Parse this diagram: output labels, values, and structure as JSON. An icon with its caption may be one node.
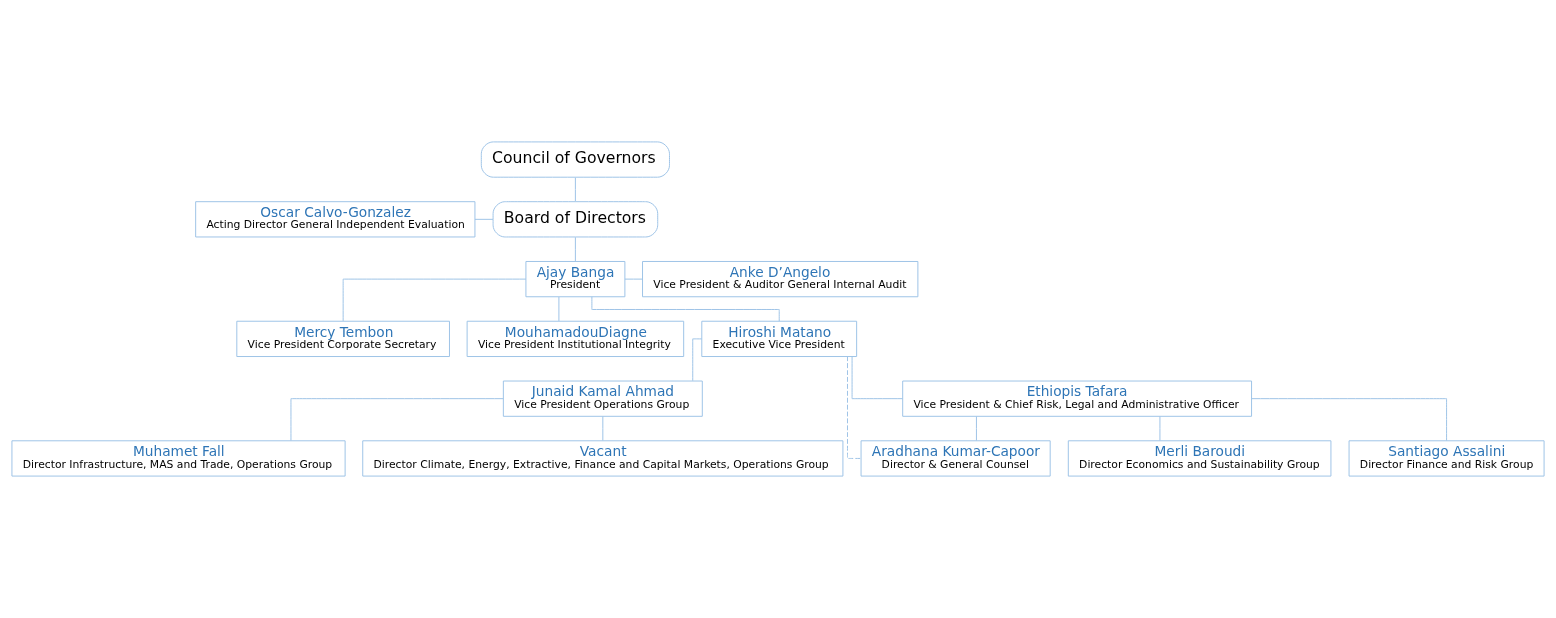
{
  "diagram": {
    "nodes": [
      {
        "text": [
          "Council of Governors"
        ]
      },
      {
        "text": [
          "Board of Directors"
        ]
      },
      {
        "text": [
          "Oscar Calvo-Gonzalez",
          "Acting Director General Independent Evaluation"
        ]
      },
      {
        "text": [
          "Ajay Banga",
          "President"
        ]
      },
      {
        "text": [
          "Mercy Tembon",
          "Vice President Corporate Secretary"
        ]
      },
      {
        "text": [
          "Anke D’Angelo",
          "Vice President & Auditor General Internal Audit"
        ]
      },
      {
        "text": [
          "MouhamadouDiagne",
          "Vice President Institutional Integrity"
        ]
      },
      {
        "text": [
          "Hiroshi Matano",
          "Executive Vice President"
        ]
      },
      {
        "text": [
          "Junaid Kamal Ahmad",
          "Vice President Operations Group"
        ]
      },
      {
        "text": [
          "Ethiopis Tafara",
          "Vice President & Chief Risk, Legal and Administrative Officer"
        ]
      },
      {
        "text": [
          "Muhamet Fall",
          "Director Infrastructure, MAS and Trade, Operations Group"
        ]
      },
      {
        "text": [
          "Vacant",
          "Director Climate, Energy, Extractive, Finance and Capital Markets, Operations Group"
        ]
      },
      {
        "text": [
          "Aradhana Kumar-Capoor",
          "Director & General Counsel"
        ]
      },
      {
        "text": [
          "Merli Baroudi",
          "Director Economics and Sustainability Group"
        ]
      },
      {
        "text": [
          "Santiago Assalini",
          "Director Finance and Risk Group"
        ]
      }
    ],
    "edges": [
      {
        "from": 0,
        "to": 1,
        "arrow": "none"
      },
      {
        "from": 2,
        "to": 1,
        "arrow": "none"
      },
      {
        "from": 1,
        "to": 3,
        "arrow": "none"
      },
      {
        "from": 3,
        "to": 4,
        "arrow": "none"
      },
      {
        "from": 3,
        "to": 5,
        "arrow": "none"
      },
      {
        "from": 3,
        "to": 6,
        "arrow": "none"
      },
      {
        "from": 3,
        "to": 7,
        "arrow": "none"
      },
      {
        "from": 7,
        "to": 8,
        "arrow": "none"
      },
      {
        "from": 7,
        "to": 9,
        "arrow": "none"
      },
      {
        "from": 8,
        "to": 10,
        "arrow": "none"
      },
      {
        "from": 8,
        "to": 11,
        "arrow": "none"
      },
      {
        "from": 9,
        "to": 12,
        "arrow": "none"
      },
      {
        "from": 9,
        "to": 13,
        "arrow": "none"
      },
      {
        "from": 9,
        "to": 14,
        "arrow": "none"
      },
      {
        "from": 7,
        "to": 12,
        "arrow": "none",
        "style": "dashed"
      }
    ]
  }
}
